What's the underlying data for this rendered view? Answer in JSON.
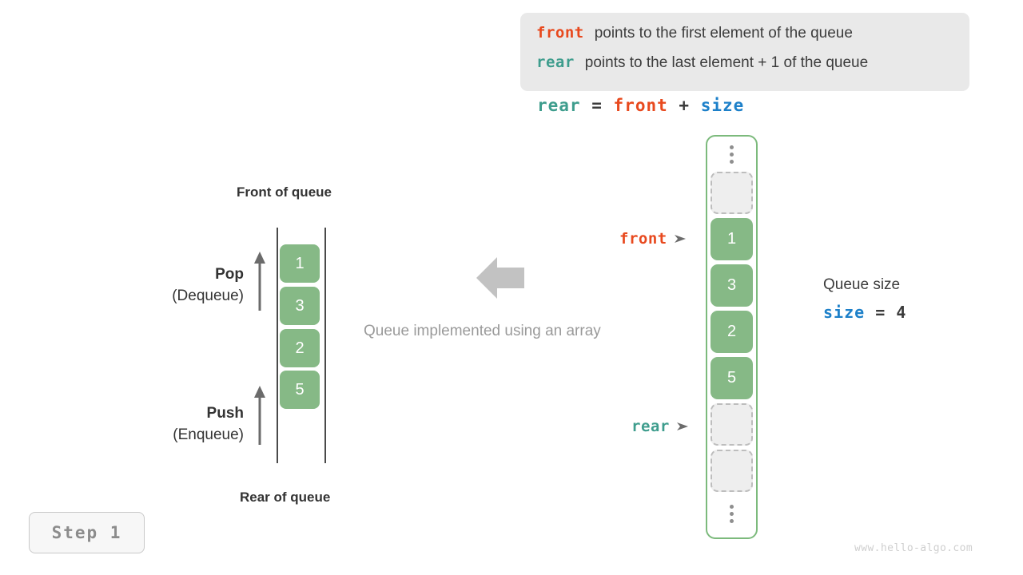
{
  "legend": {
    "lines": [
      {
        "keyword": "front",
        "keyword_color": "#e8491e",
        "text": "points to the first element of the queue"
      },
      {
        "keyword": "rear",
        "keyword_color": "#3e9d8d",
        "text": "points to the last element + 1 of the queue"
      }
    ]
  },
  "formula": {
    "lhs": "rear",
    "eq": "=",
    "rhs1": "front",
    "plus": "+",
    "rhs2": "size"
  },
  "abstract_queue": {
    "top_label": "Front of queue",
    "bottom_label": "Rear of queue",
    "cells": [
      "1",
      "3",
      "2",
      "5"
    ],
    "pop": {
      "name": "Pop",
      "sub": "(Dequeue)"
    },
    "push": {
      "name": "Push",
      "sub": "(Enqueue)"
    }
  },
  "center": {
    "caption": "Queue implemented using an array",
    "arrow_icon": "arrow-left-icon",
    "arrow_color": "#c2c2c2"
  },
  "array_view": {
    "cells": [
      {
        "type": "ellipsis",
        "value": ""
      },
      {
        "type": "empty",
        "value": ""
      },
      {
        "type": "filled",
        "value": "1"
      },
      {
        "type": "filled",
        "value": "3"
      },
      {
        "type": "filled",
        "value": "2"
      },
      {
        "type": "filled",
        "value": "5"
      },
      {
        "type": "empty",
        "value": ""
      },
      {
        "type": "empty",
        "value": ""
      },
      {
        "type": "ellipsis",
        "value": ""
      }
    ],
    "pointers": {
      "front": {
        "label": "front",
        "color": "#e8491e"
      },
      "rear": {
        "label": "rear",
        "color": "#3e9d8d"
      }
    },
    "border_color": "#7cba7c",
    "filled_color": "#86b986"
  },
  "queue_size": {
    "title": "Queue size",
    "var": "size",
    "eq": "=",
    "value": "4"
  },
  "step_badge": {
    "label": "Step 1"
  },
  "watermark": {
    "text": "www.hello-algo.com"
  }
}
